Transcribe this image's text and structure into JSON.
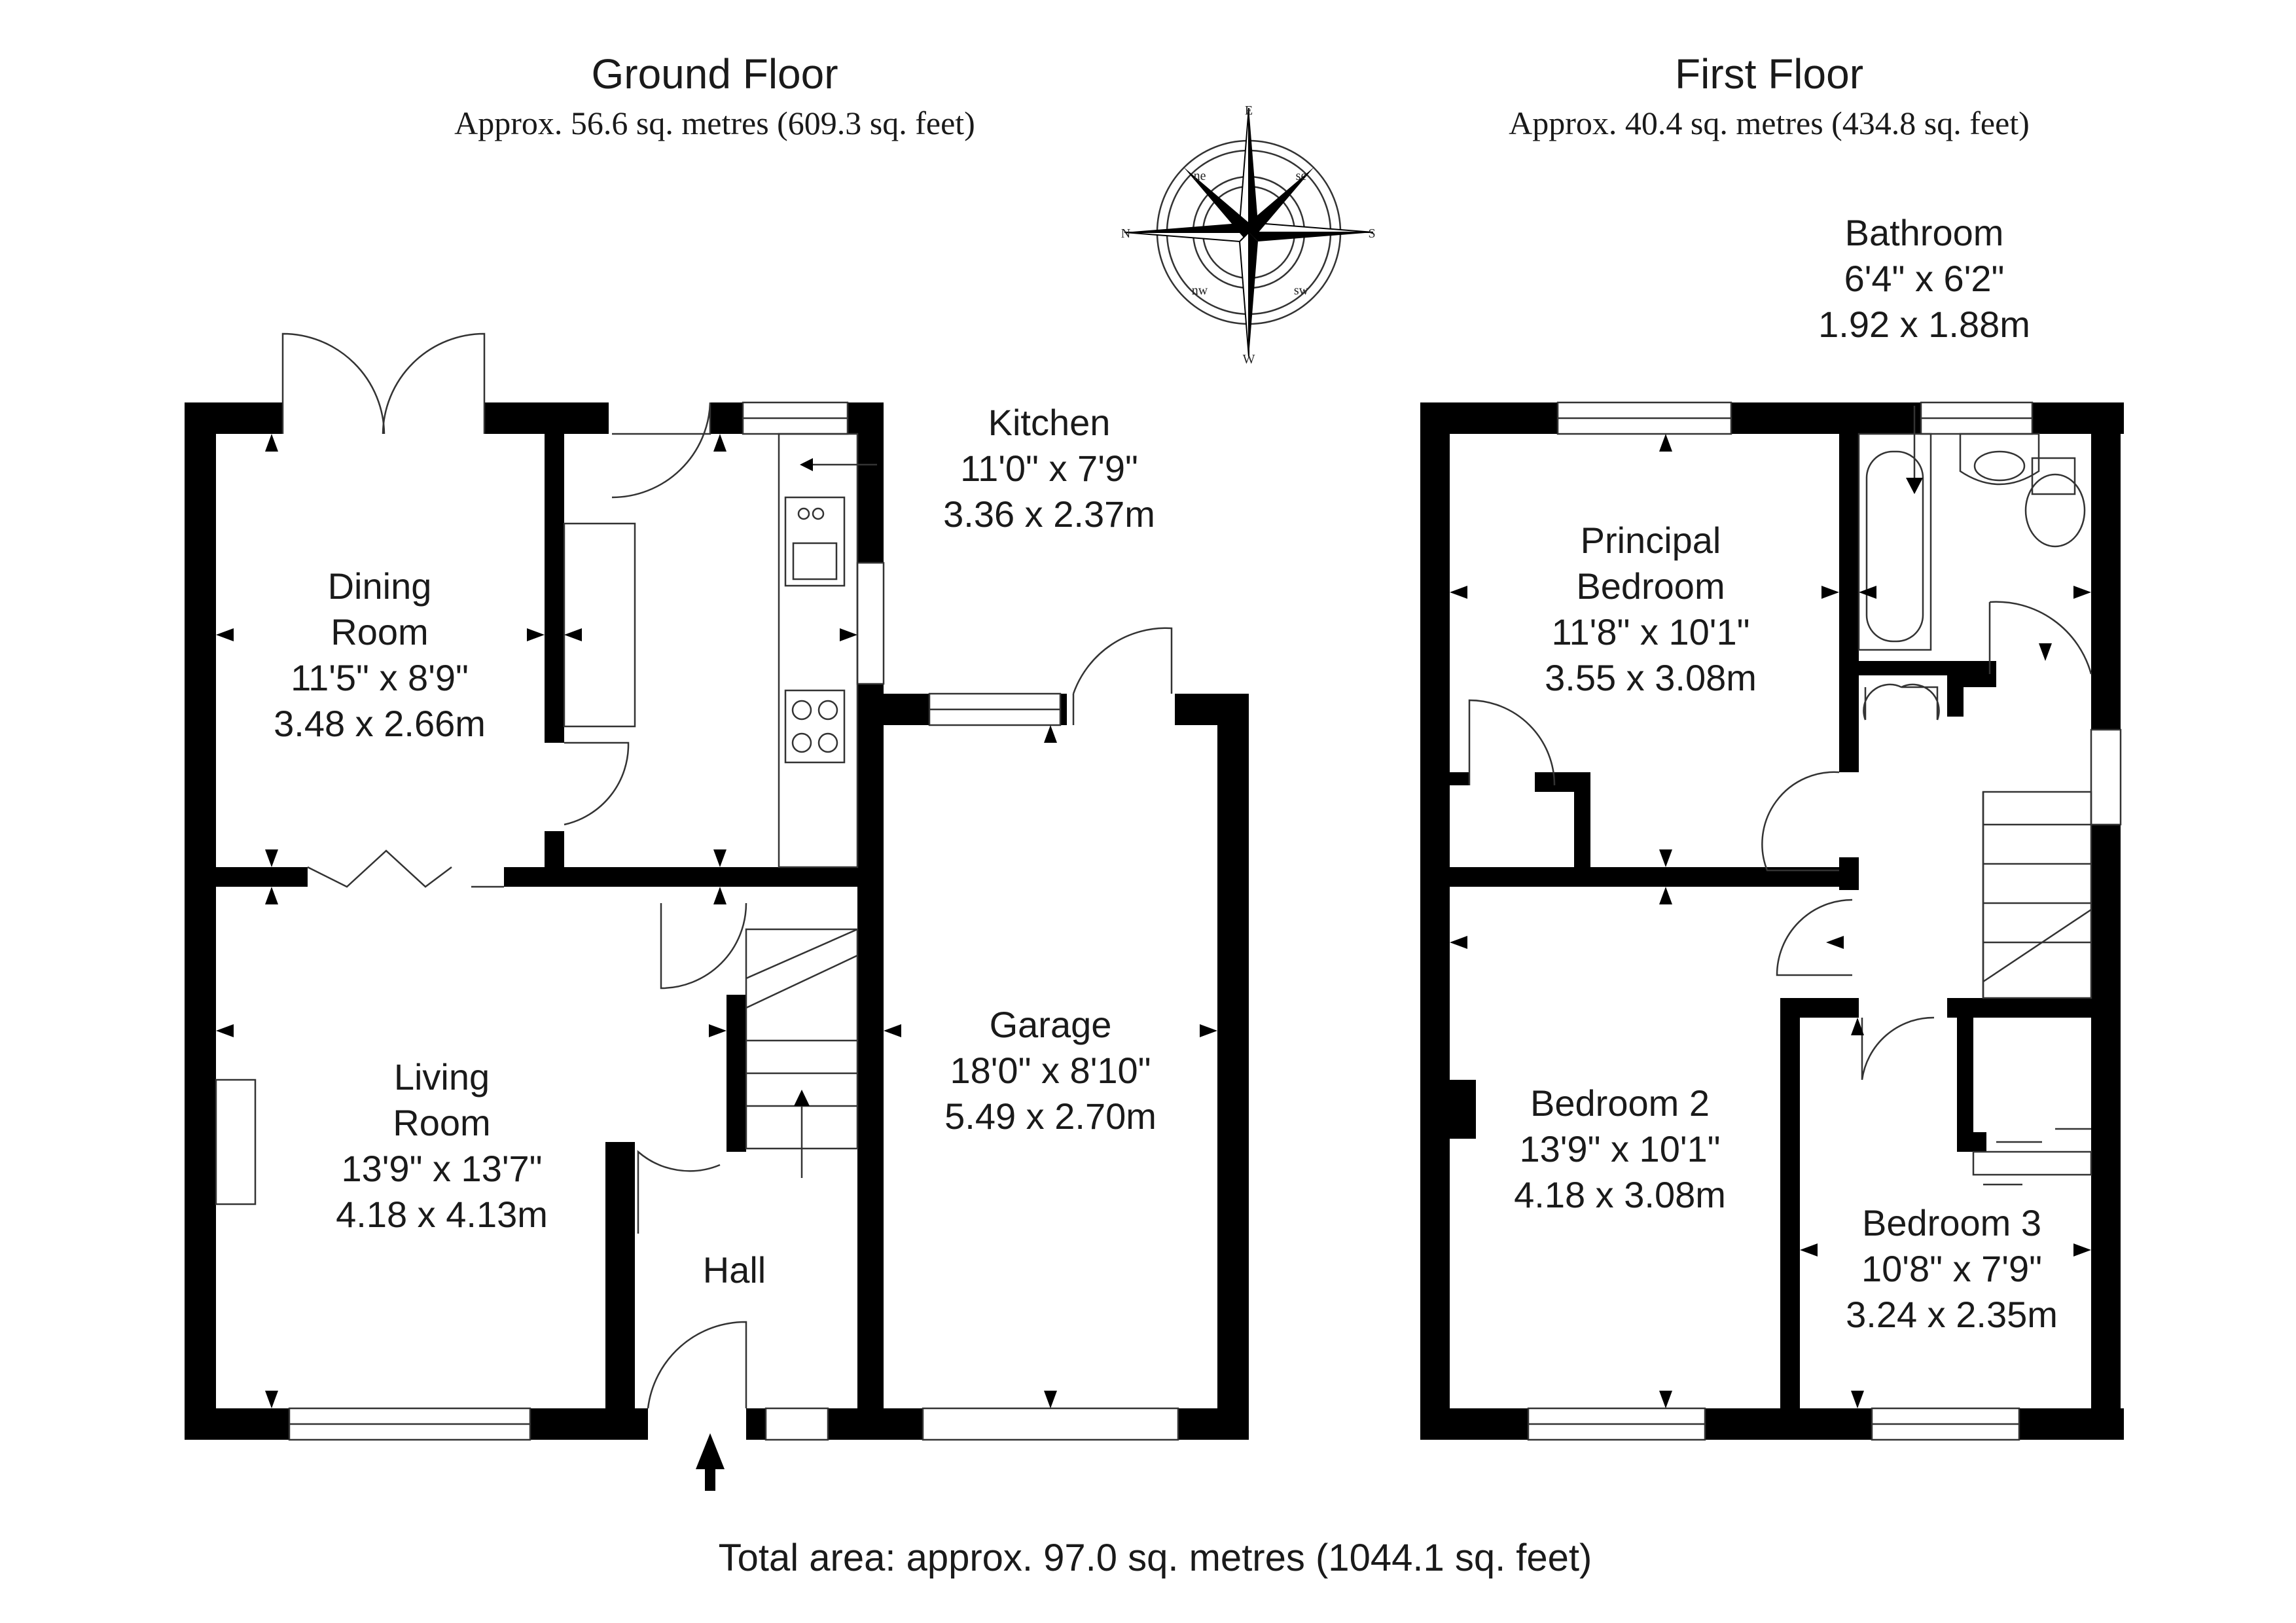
{
  "ground_floor": {
    "title": "Ground Floor",
    "area": "Approx. 56.6 sq. metres (609.3 sq. feet)",
    "rooms": [
      {
        "id": "dining",
        "lines": [
          "Dining",
          "Room",
          "11'5\" x 8'9\"",
          "3.48 x 2.66m"
        ]
      },
      {
        "id": "kitchen",
        "lines": [
          "Kitchen",
          "11'0\" x 7'9\"",
          "3.36 x 2.37m"
        ]
      },
      {
        "id": "living",
        "lines": [
          "Living",
          "Room",
          "13'9\" x 13'7\"",
          "4.18 x 4.13m"
        ]
      },
      {
        "id": "hall",
        "lines": [
          "Hall"
        ]
      },
      {
        "id": "garage",
        "lines": [
          "Garage",
          "18'0\" x 8'10\"",
          "5.49 x 2.70m"
        ]
      }
    ]
  },
  "first_floor": {
    "title": "First Floor",
    "area": "Approx. 40.4 sq. metres (434.8 sq. feet)",
    "rooms": [
      {
        "id": "bathroom",
        "lines": [
          "Bathroom",
          "6'4\" x 6'2\"",
          "1.92 x 1.88m"
        ]
      },
      {
        "id": "principal",
        "lines": [
          "Principal",
          "Bedroom",
          "11'8\" x 10'1\"",
          "3.55 x 3.08m"
        ]
      },
      {
        "id": "bedroom2",
        "lines": [
          "Bedroom 2",
          "13'9\" x 10'1\"",
          "4.18 x 3.08m"
        ]
      },
      {
        "id": "bedroom3",
        "lines": [
          "Bedroom 3",
          "10'8\" x 7'9\"",
          "3.24 x 2.35m"
        ]
      }
    ]
  },
  "compass": {
    "points": {
      "north": "N",
      "south": "S",
      "east": "E",
      "west": "W"
    },
    "minor": [
      "ne",
      "se",
      "sw",
      "nw"
    ]
  },
  "total_area": "Total area: approx. 97.0 sq. metres (1044.1 sq. feet)"
}
